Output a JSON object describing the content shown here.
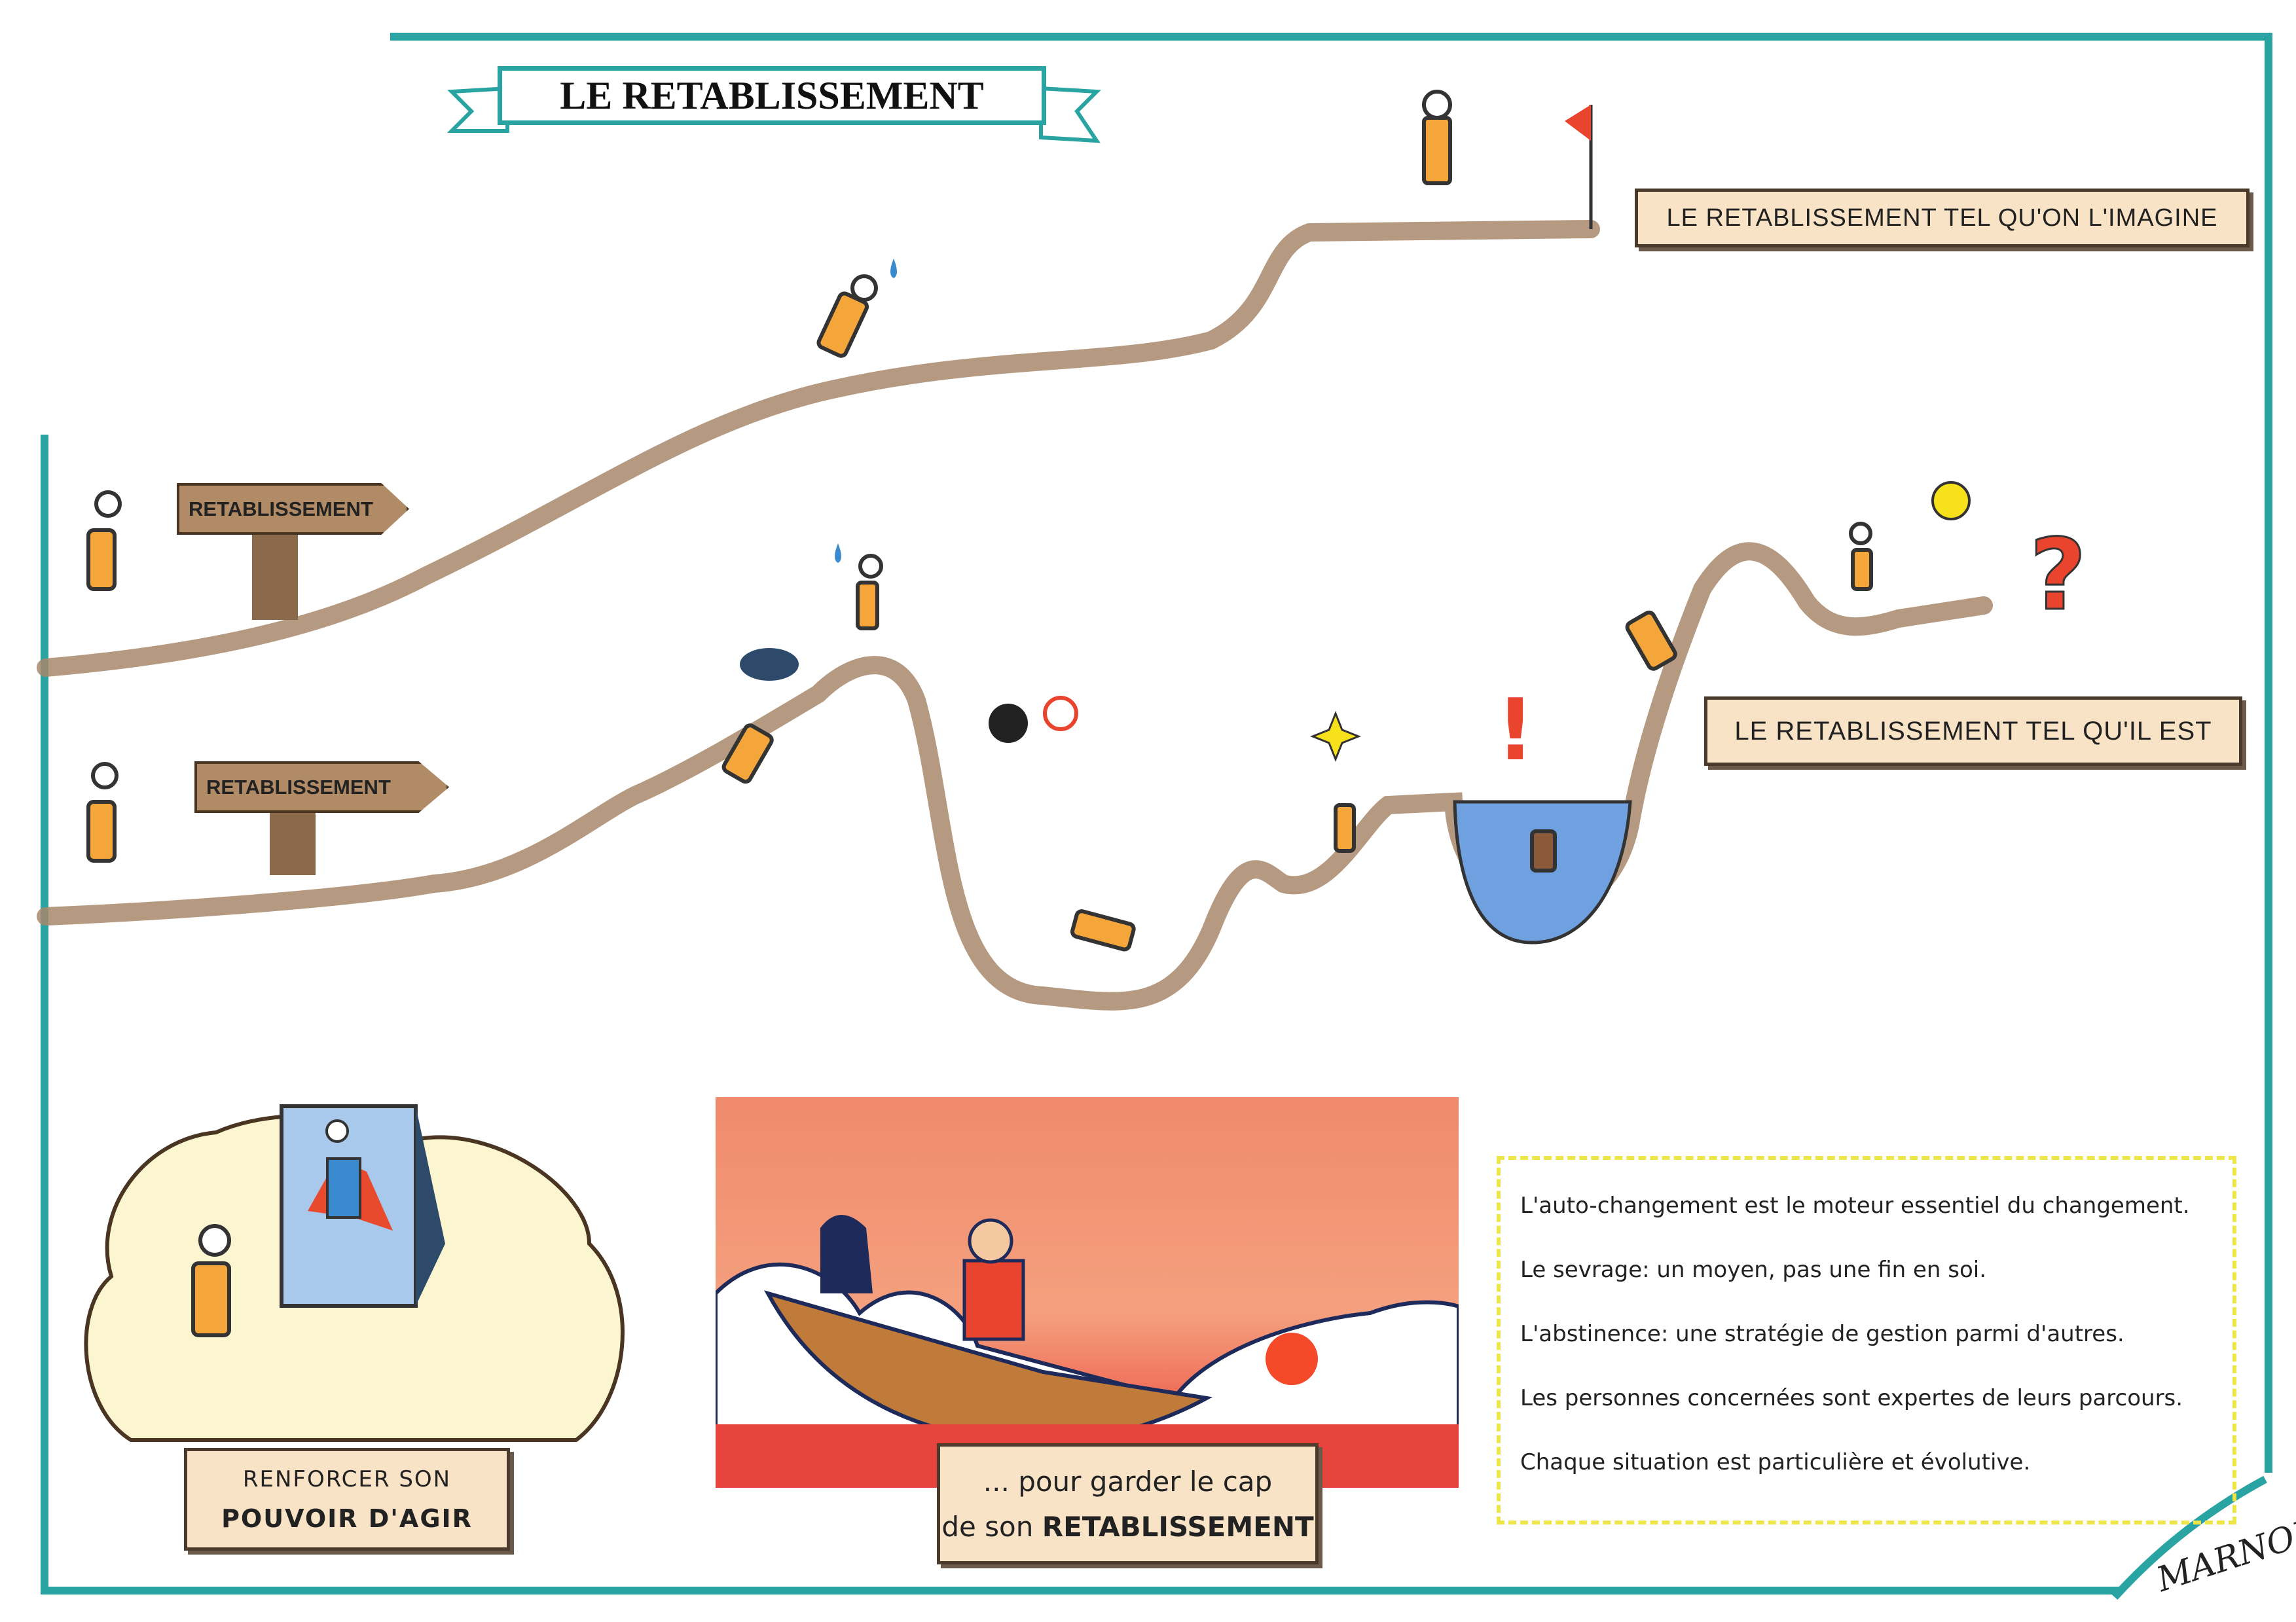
{
  "title": "LE RETABLISSEMENT",
  "labels": {
    "imagined": "LE RETABLISSEMENT TEL QU'ON L'IMAGINE",
    "actual": "LE RETABLISSEMENT TEL QU'IL EST"
  },
  "signs": {
    "top": "RETABLISSEMENT",
    "bottom": "RETABLISSEMENT"
  },
  "power_box": {
    "line1": "RENFORCER SON",
    "line2": "POUVOIR D'AGIR"
  },
  "caption_box": {
    "line1": "... pour garder le cap",
    "line2_prefix": "de son ",
    "line2_bold": "RETABLISSEMENT"
  },
  "notes": [
    "L'auto-changement est le moteur essentiel du changement.",
    "Le sevrage: un moyen, pas une fin en soi.",
    "L'abstinence: une stratégie de gestion parmi d'autres.",
    "Les personnes concernées sont expertes de leurs parcours.",
    "Chaque situation est particulière et évolutive."
  ],
  "signature": "MARNOU",
  "colors": {
    "frame": "#2aa3a3",
    "path": "#a8876a",
    "label_bg": "#f8e3c6",
    "notes_border": "#ece64a",
    "figure": "#f4a63a"
  }
}
